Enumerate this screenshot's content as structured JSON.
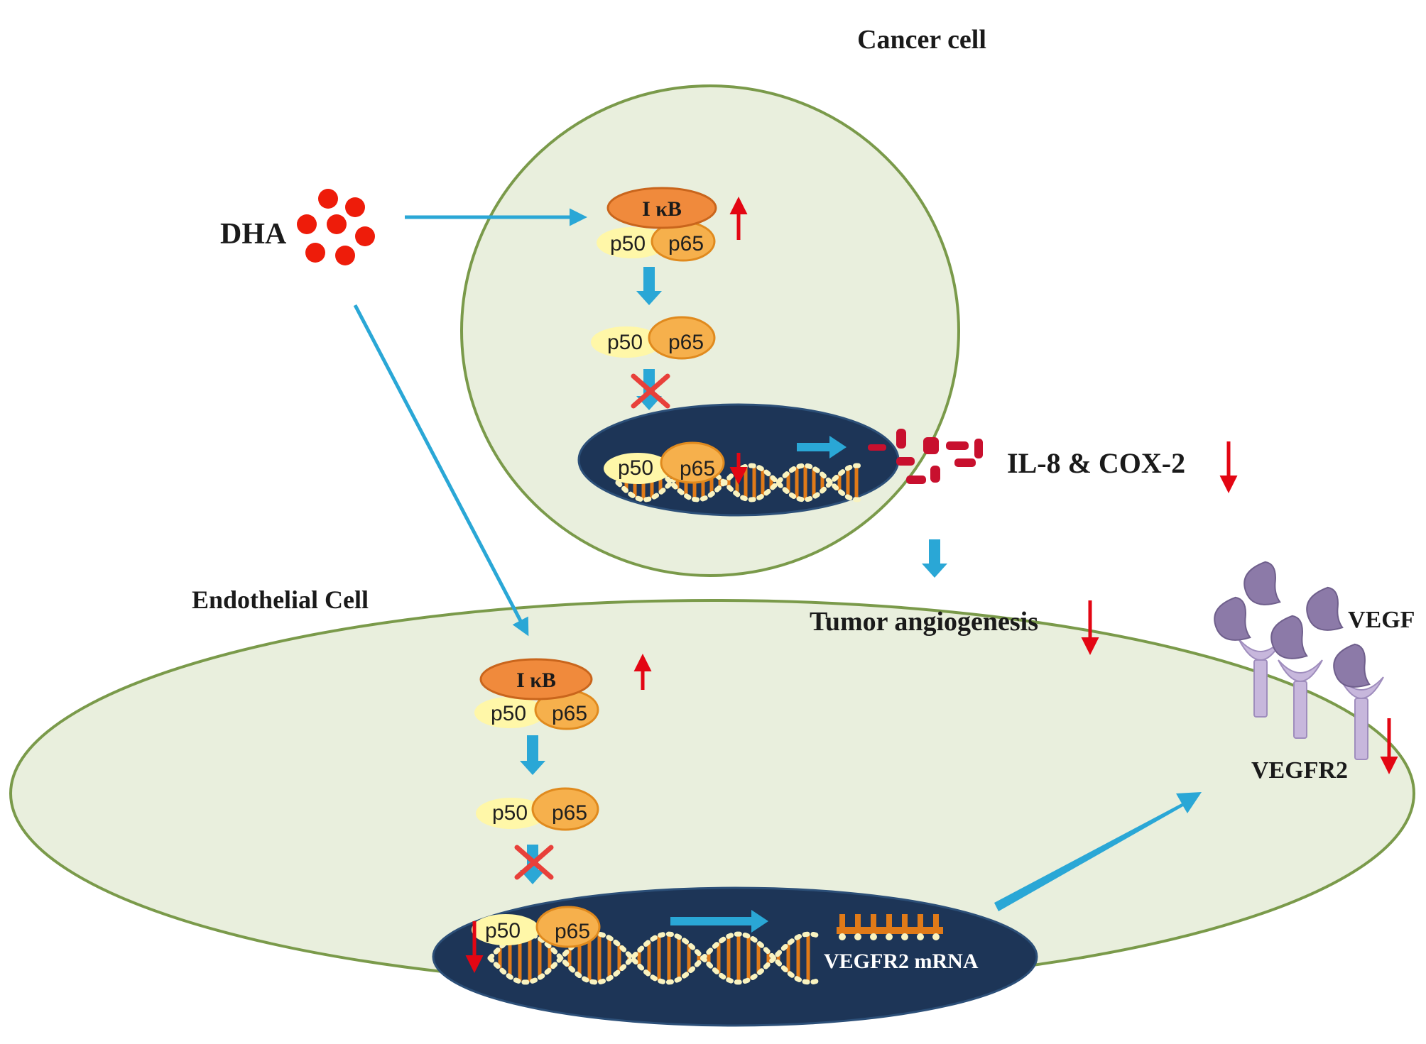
{
  "labels": {
    "cancer_cell": "Cancer cell",
    "endothelial_cell": "Endothelial Cell",
    "dha": "DHA",
    "il8_cox2": "IL-8 & COX-2",
    "tumor_angiogenesis": "Tumor angiogenesis",
    "vegf": "VEGF",
    "vegfr2": "VEGFR2",
    "vegfr2_mrna": "VEGFR2 mRNA"
  },
  "complex": {
    "ikb": "I κB",
    "p50": "p50",
    "p65": "p65"
  },
  "colors": {
    "cell_fill": "#e9efdd",
    "cell_stroke": "#7a9a4a",
    "nucleus_fill": "#1d3557",
    "ikb_fill": "#f08a3c",
    "p65_fill": "#f6b04c",
    "p50_fill": "#fff7a8",
    "dha_red": "#ee1c0a",
    "blue_arrow": "#2aa7d6",
    "red_arrow": "#e30613",
    "receptor": "#c7b7dc",
    "vegf": "#8c7aa8",
    "dna_orange": "#e07a18",
    "dna_bead": "#f9f3c0"
  }
}
